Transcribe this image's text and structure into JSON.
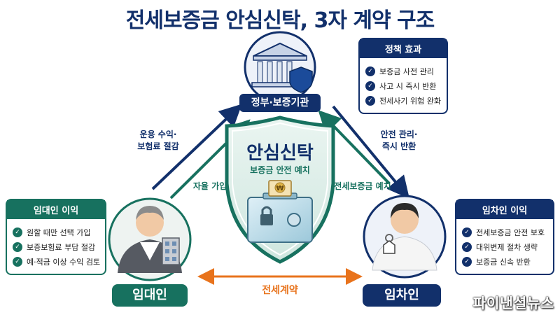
{
  "title": "전세보증금 안심신탁, 3자 계약 구조",
  "nodes": {
    "gov": {
      "label": "정부·보증기관"
    },
    "landlord": {
      "label": "임대인"
    },
    "tenant": {
      "label": "임차인"
    }
  },
  "shield": {
    "title": "안심신탁",
    "subtitle": "보증금 안전 예치",
    "coin_symbol": "₩"
  },
  "edges": {
    "landlord_to_gov": "운용 수익·\n보험료 절감",
    "landlord_join": "자율 가입",
    "tenant_deposit": "전세보증금 예치",
    "gov_to_tenant": "안전 관리·\n즉시 반환",
    "contract": "전세계약"
  },
  "policy": {
    "title": "정책 효과",
    "items": [
      "보증금 사전 관리",
      "사고 시 즉시 반환",
      "전세사기 위험 완화"
    ]
  },
  "landlord_benefits": {
    "title": "임대인 이익",
    "items": [
      "원할 때만 선택 가입",
      "보증보험료 부담 절감",
      "예·적금 이상 수익 검토"
    ]
  },
  "tenant_benefits": {
    "title": "임차인 이익",
    "items": [
      "전세보증금 안전 보호",
      "대위변제 절차 생략",
      "보증금 신속 반환"
    ]
  },
  "watermark": "파이낸셜뉴스",
  "colors": {
    "navy": "#12306b",
    "green": "#17715f",
    "orange": "#e8731c"
  }
}
